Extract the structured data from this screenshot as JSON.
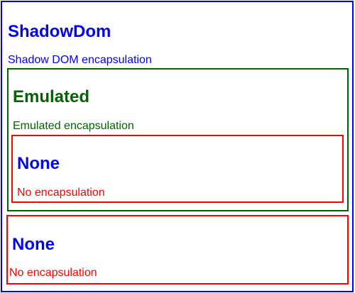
{
  "shadow_dom": {
    "title": "ShadowDom",
    "subtitle": "Shadow DOM encapsulation",
    "border_color": "#0000ff"
  },
  "emulated": {
    "title": "Emulated",
    "subtitle": "Emulated encapsulation",
    "border_color": "#006400"
  },
  "none_inner": {
    "title": "None",
    "subtitle": "No encapsulation",
    "border_color": "#ff0000"
  },
  "none_outer": {
    "title": "None",
    "subtitle": "No encapsulation",
    "border_color": "#ff0000"
  }
}
